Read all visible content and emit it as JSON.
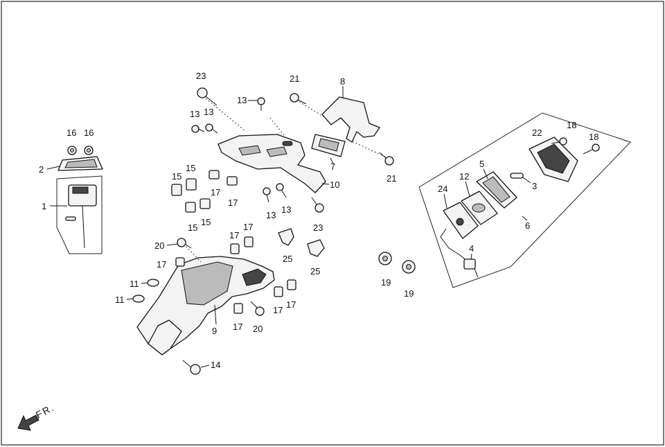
{
  "callouts": {
    "c1": "1",
    "c2": "2",
    "c3": "3",
    "c4": "4",
    "c5": "5",
    "c6": "6",
    "c7": "7",
    "c8": "8",
    "c9": "9",
    "c10": "10",
    "c11a": "11",
    "c11b": "11",
    "c12": "12",
    "c13a": "13",
    "c13b": "13",
    "c13c": "13",
    "c13d": "13",
    "c13e": "13",
    "c14": "14",
    "c15a": "15",
    "c15b": "15",
    "c15c": "15",
    "c15d": "15",
    "c16a": "16",
    "c16b": "16",
    "c17a": "17",
    "c17b": "17",
    "c17c": "17",
    "c17d": "17",
    "c17e": "17",
    "c17f": "17",
    "c17g": "17",
    "c17h": "17",
    "c18a": "18",
    "c18b": "18",
    "c19a": "19",
    "c19b": "19",
    "c20a": "20",
    "c20b": "20",
    "c21a": "21",
    "c21b": "21",
    "c22": "22",
    "c23a": "23",
    "c23b": "23",
    "c24": "24",
    "c25a": "25",
    "c25b": "25"
  },
  "direction_label": "FR."
}
